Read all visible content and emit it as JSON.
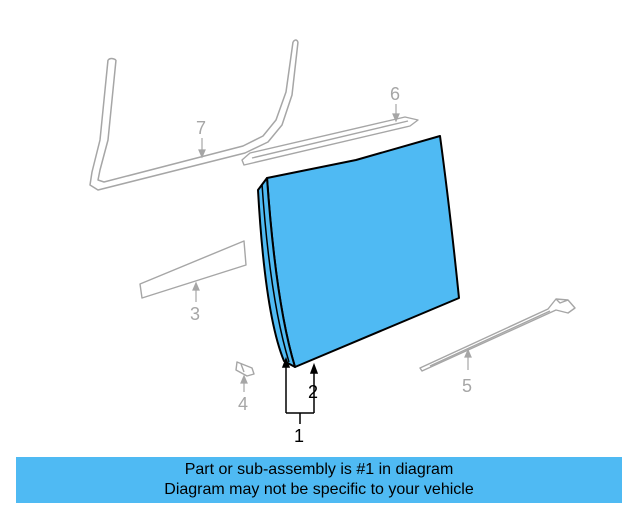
{
  "diagram": {
    "callouts": {
      "part_1": "1",
      "part_2": "2",
      "part_3": "3",
      "part_4": "4",
      "part_5": "5",
      "part_6": "6",
      "part_7": "7"
    },
    "colors": {
      "highlight_fill": "#4fbaf3",
      "outline": "#000000",
      "ghost_parts": "#a6a6a6",
      "banner": "#4fbaf3"
    }
  },
  "banner": {
    "line1": "Part or sub-assembly is #1 in diagram",
    "line2": "Diagram may not be specific to your vehicle"
  }
}
